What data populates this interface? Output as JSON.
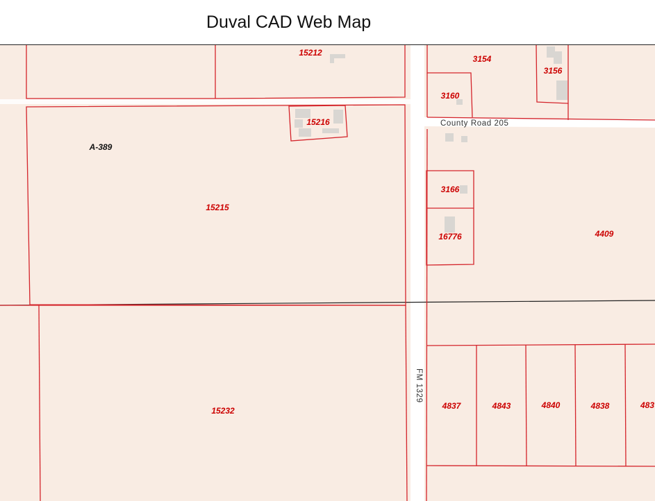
{
  "header": {
    "title": "Duval CAD Web Map"
  },
  "colors": {
    "land": "#f9ece3",
    "road": "#ffffff",
    "parcel_line": "#d4242b",
    "abstract_line": "#222222",
    "building": "#d9d6d2",
    "parcel_label": "#cc0000"
  },
  "map": {
    "roads": [
      {
        "id": "county-road-205",
        "label": "County Road 205"
      },
      {
        "id": "fm-1329",
        "label": "FM 1329"
      }
    ],
    "abstract_label": "A-389",
    "parcels": [
      {
        "id": "15212",
        "label": "15212"
      },
      {
        "id": "3154",
        "label": "3154"
      },
      {
        "id": "3156",
        "label": "3156"
      },
      {
        "id": "3160",
        "label": "3160"
      },
      {
        "id": "15216",
        "label": "15216"
      },
      {
        "id": "15215",
        "label": "15215"
      },
      {
        "id": "3166",
        "label": "3166"
      },
      {
        "id": "16776",
        "label": "16776"
      },
      {
        "id": "4409",
        "label": "4409"
      },
      {
        "id": "15232",
        "label": "15232"
      },
      {
        "id": "4837",
        "label": "4837"
      },
      {
        "id": "4843",
        "label": "4843"
      },
      {
        "id": "4840",
        "label": "4840"
      },
      {
        "id": "4838",
        "label": "4838"
      },
      {
        "id": "483x",
        "label": "483"
      }
    ]
  }
}
